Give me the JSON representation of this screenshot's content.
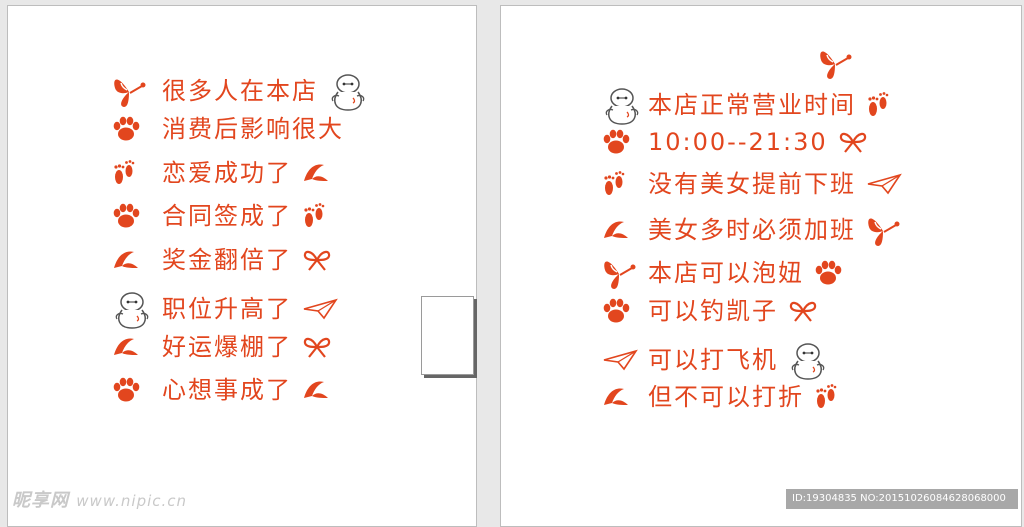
{
  "colors": {
    "accent": "#e2461e",
    "panel": "#ffffff",
    "background": "#e8e8e8"
  },
  "left_poster": {
    "lines": [
      {
        "text": "很多人在本店",
        "icon_before": "butterfly-icon",
        "icon_after": "robot-icon"
      },
      {
        "text": "消费后影响很大",
        "icon_before": "paw-icon",
        "icon_after": ""
      },
      {
        "text": "恋爱成功了",
        "icon_before": "footprints-icon",
        "icon_after": "leaf-icon"
      },
      {
        "text": "合同签成了",
        "icon_before": "paw-icon",
        "icon_after": "footprints-icon"
      },
      {
        "text": "奖金翻倍了",
        "icon_before": "leaf-icon",
        "icon_after": "bow-icon"
      },
      {
        "text": "职位升高了",
        "icon_before": "robot-icon",
        "icon_after": "paper-plane-icon"
      },
      {
        "text": "好运爆棚了",
        "icon_before": "leaf-icon",
        "icon_after": "bow-icon"
      },
      {
        "text": "心想事成了",
        "icon_before": "paw-icon",
        "icon_after": "leaf-icon"
      }
    ]
  },
  "right_poster": {
    "lines": [
      {
        "text": "本店正常营业时间",
        "icon_before": "robot-icon",
        "icon_after": "footprints-icon"
      },
      {
        "text": "10:00--21:30",
        "icon_before": "paw-icon",
        "icon_after": "bow-icon"
      },
      {
        "text": "没有美女提前下班",
        "icon_before": "footprints-icon",
        "icon_after": "paper-plane-icon"
      },
      {
        "text": "美女多时必须加班",
        "icon_before": "leaf-icon",
        "icon_after": "butterfly-icon"
      },
      {
        "text": "本店可以泡妞",
        "icon_before": "butterfly-icon",
        "icon_after": "paw-icon"
      },
      {
        "text": "可以钓凯子",
        "icon_before": "paw-icon",
        "icon_after": "bow-icon"
      },
      {
        "text": "可以打飞机",
        "icon_before": "paper-plane-icon",
        "icon_after": "robot-icon"
      },
      {
        "text": "但不可以打折",
        "icon_before": "leaf-icon",
        "icon_after": "footprints-icon"
      }
    ],
    "top_decoration": "butterfly-icon"
  },
  "watermark": {
    "site": "昵享网",
    "url": "www.nipic.cn",
    "id_text": "ID:19304835 NO:20151026084628068000"
  }
}
